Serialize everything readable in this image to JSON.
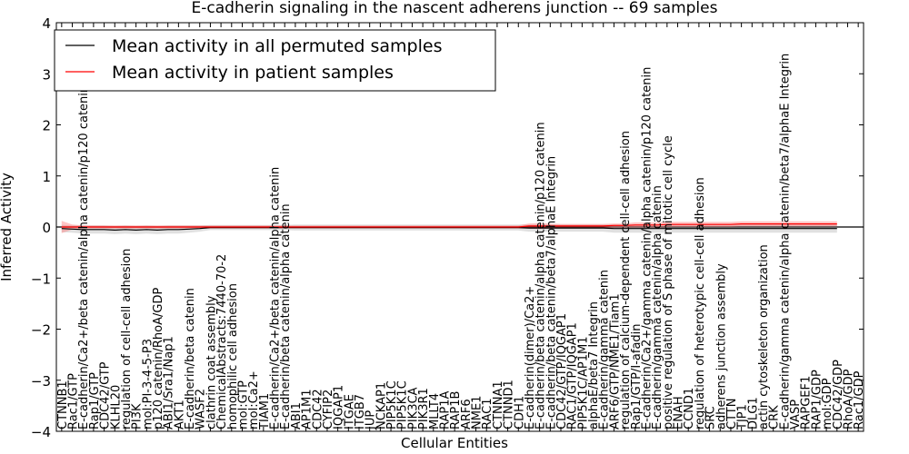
{
  "chart_data": {
    "type": "line",
    "title": "E-cadherin signaling in the nascent adherens junction -- 69 samples",
    "xlabel": "Cellular Entities",
    "ylabel": "Inferred Activity",
    "ylim": [
      -4,
      4
    ],
    "yticks": [
      "4",
      "3",
      "2",
      "1",
      "0",
      "−1",
      "−2",
      "−3",
      "−4"
    ],
    "legend_position": "top-left",
    "categories": [
      "CTNNB1",
      "Rac1/GTP",
      "E-cadherin/Ca2+/beta catenin/alpha catenin/p120 catenin",
      "Rap1/GTP",
      "CDC42/GTP",
      "KLHL20",
      "regulation of cell-cell adhesion",
      "PI3K",
      "mol:PI-3-4-5-P3",
      "p120 catenin/RhoA/GDP",
      "ABI1/Sra1/Nap1",
      "AKT1",
      "E-cadherin/beta catenin",
      "WASF2",
      "clathrin coat assembly",
      "ChemicalAbstracts:7440-70-2",
      "homophilic cell adhesion",
      "mol:GTP",
      "mol:Ca2+",
      "TIAM1",
      "E-cadherin/Ca2+/beta catenin/alpha catenin",
      "E-cadherin/beta catenin/alpha catenin",
      "ABI1",
      "AP1M1",
      "CDC42",
      "CYFIP2",
      "IQGAP1",
      "ITGAE",
      "ITGB7",
      "JUP",
      "NCKAP1",
      "PIP5K1C",
      "PIP5K1C",
      "PIK3CA",
      "PIK3R1",
      "MLLT4",
      "RAP1A",
      "RAP1B",
      "ARF6",
      "NME1",
      "RAC1",
      "CTNNA1",
      "CTNND1",
      "CDH1",
      "E-cadherin(dimer)/Ca2+",
      "E-cadherin/beta catenin/alpha catenin/p120 catenin",
      "E-cadherin/beta catenin/beta7/alphaE Integrin",
      "CDC42/GTP/IQGAP1",
      "RAC1/GTP/IQGAP1",
      "PIP5K1C/AP1M1",
      "alphaE/beta7 Integrin",
      "E-cadherin/gamma catenin",
      "ARF6/GTP/NME1/Tiam1",
      "regulation of calcium-dependent cell-cell adhesion",
      "Rap1/GTP/I-afadin",
      "E-cadherin/Ca2+/gamma catenin/alpha catenin/p120 catenin",
      "E-cadherin/gamma catenin/alpha catenin",
      "positive regulation of S phase of mitotic cell cycle",
      "ENAH",
      "CCND1",
      "regulation of heterotypic cell-cell adhesion",
      "SRC",
      "adherens junction assembly",
      "CTTN",
      "TJP1",
      "DLG1",
      "actin cytoskeleton organization",
      "CRK",
      "E-cadherin/gamma catenin/alpha catenin/beta7/alphaE Integrin",
      "VASP",
      "RAPGEF1",
      "RAP1/GDP",
      "mol:GDP",
      "CDC42/GDP",
      "RhoA/GDP",
      "Rac1/GDP"
    ],
    "series": [
      {
        "name": "Mean activity in all permuted samples",
        "color": "#000000",
        "values": [
          -0.03,
          -0.04,
          -0.05,
          -0.05,
          -0.05,
          -0.06,
          -0.05,
          -0.06,
          -0.05,
          -0.06,
          -0.05,
          -0.05,
          -0.04,
          -0.03,
          -0.01,
          -0.01,
          -0.01,
          -0.01,
          -0.01,
          -0.01,
          -0.01,
          -0.01,
          -0.01,
          -0.01,
          -0.01,
          -0.01,
          -0.01,
          -0.01,
          -0.01,
          -0.01,
          -0.01,
          -0.01,
          -0.01,
          -0.01,
          -0.01,
          -0.01,
          -0.01,
          -0.01,
          -0.01,
          -0.01,
          -0.01,
          -0.01,
          -0.01,
          -0.01,
          -0.02,
          -0.02,
          -0.02,
          -0.02,
          -0.02,
          -0.02,
          -0.02,
          -0.02,
          -0.03,
          -0.03,
          -0.03,
          -0.03,
          -0.03,
          -0.03,
          -0.03,
          -0.03,
          -0.03,
          -0.03,
          -0.03,
          -0.03,
          -0.03,
          -0.03,
          -0.03,
          -0.03,
          -0.03,
          -0.03,
          -0.03,
          -0.03,
          -0.03,
          -0.03
        ],
        "band": [
          0.07,
          0.07,
          0.08,
          0.08,
          0.08,
          0.08,
          0.08,
          0.08,
          0.08,
          0.08,
          0.08,
          0.08,
          0.07,
          0.06,
          0.05,
          0.05,
          0.05,
          0.05,
          0.05,
          0.05,
          0.05,
          0.05,
          0.06,
          0.06,
          0.06,
          0.06,
          0.06,
          0.06,
          0.06,
          0.06,
          0.06,
          0.06,
          0.06,
          0.06,
          0.06,
          0.06,
          0.06,
          0.06,
          0.06,
          0.06,
          0.06,
          0.06,
          0.06,
          0.06,
          0.07,
          0.07,
          0.07,
          0.07,
          0.07,
          0.07,
          0.07,
          0.07,
          0.08,
          0.08,
          0.08,
          0.08,
          0.08,
          0.08,
          0.08,
          0.08,
          0.08,
          0.08,
          0.08,
          0.08,
          0.08,
          0.08,
          0.08,
          0.08,
          0.08,
          0.08,
          0.08,
          0.08,
          0.08,
          0.08
        ]
      },
      {
        "name": "Mean activity in patient samples",
        "color": "#ff0000",
        "values": [
          0.0,
          0.0,
          0.0,
          0.0,
          0.0,
          0.0,
          0.0,
          0.0,
          0.0,
          0.0,
          0.0,
          0.0,
          0.0,
          0.0,
          0.0,
          0.0,
          0.0,
          0.0,
          0.0,
          0.0,
          0.0,
          0.0,
          0.0,
          0.0,
          0.0,
          0.0,
          0.0,
          0.0,
          0.0,
          0.0,
          0.0,
          0.0,
          0.0,
          0.0,
          0.0,
          0.0,
          0.0,
          0.0,
          0.0,
          0.0,
          0.0,
          0.0,
          0.0,
          0.0,
          0.02,
          0.02,
          0.02,
          0.02,
          0.02,
          0.02,
          0.02,
          0.02,
          0.03,
          0.03,
          0.04,
          0.04,
          0.04,
          0.05,
          0.05,
          0.05,
          0.05,
          0.05,
          0.05,
          0.05,
          0.06,
          0.06,
          0.06,
          0.06,
          0.06,
          0.06,
          0.06,
          0.06,
          0.06,
          0.06
        ],
        "band": [
          0.12,
          0.05,
          0.03,
          0.03,
          0.03,
          0.03,
          0.03,
          0.03,
          0.03,
          0.03,
          0.03,
          0.03,
          0.03,
          0.03,
          0.03,
          0.03,
          0.03,
          0.03,
          0.03,
          0.03,
          0.03,
          0.03,
          0.03,
          0.03,
          0.03,
          0.03,
          0.03,
          0.03,
          0.03,
          0.03,
          0.03,
          0.03,
          0.03,
          0.03,
          0.03,
          0.03,
          0.03,
          0.03,
          0.03,
          0.03,
          0.03,
          0.03,
          0.03,
          0.03,
          0.05,
          0.06,
          0.05,
          0.04,
          0.04,
          0.04,
          0.04,
          0.04,
          0.04,
          0.04,
          0.05,
          0.05,
          0.05,
          0.05,
          0.05,
          0.05,
          0.05,
          0.05,
          0.05,
          0.05,
          0.05,
          0.05,
          0.05,
          0.05,
          0.05,
          0.05,
          0.05,
          0.05,
          0.05,
          0.05
        ]
      }
    ]
  }
}
